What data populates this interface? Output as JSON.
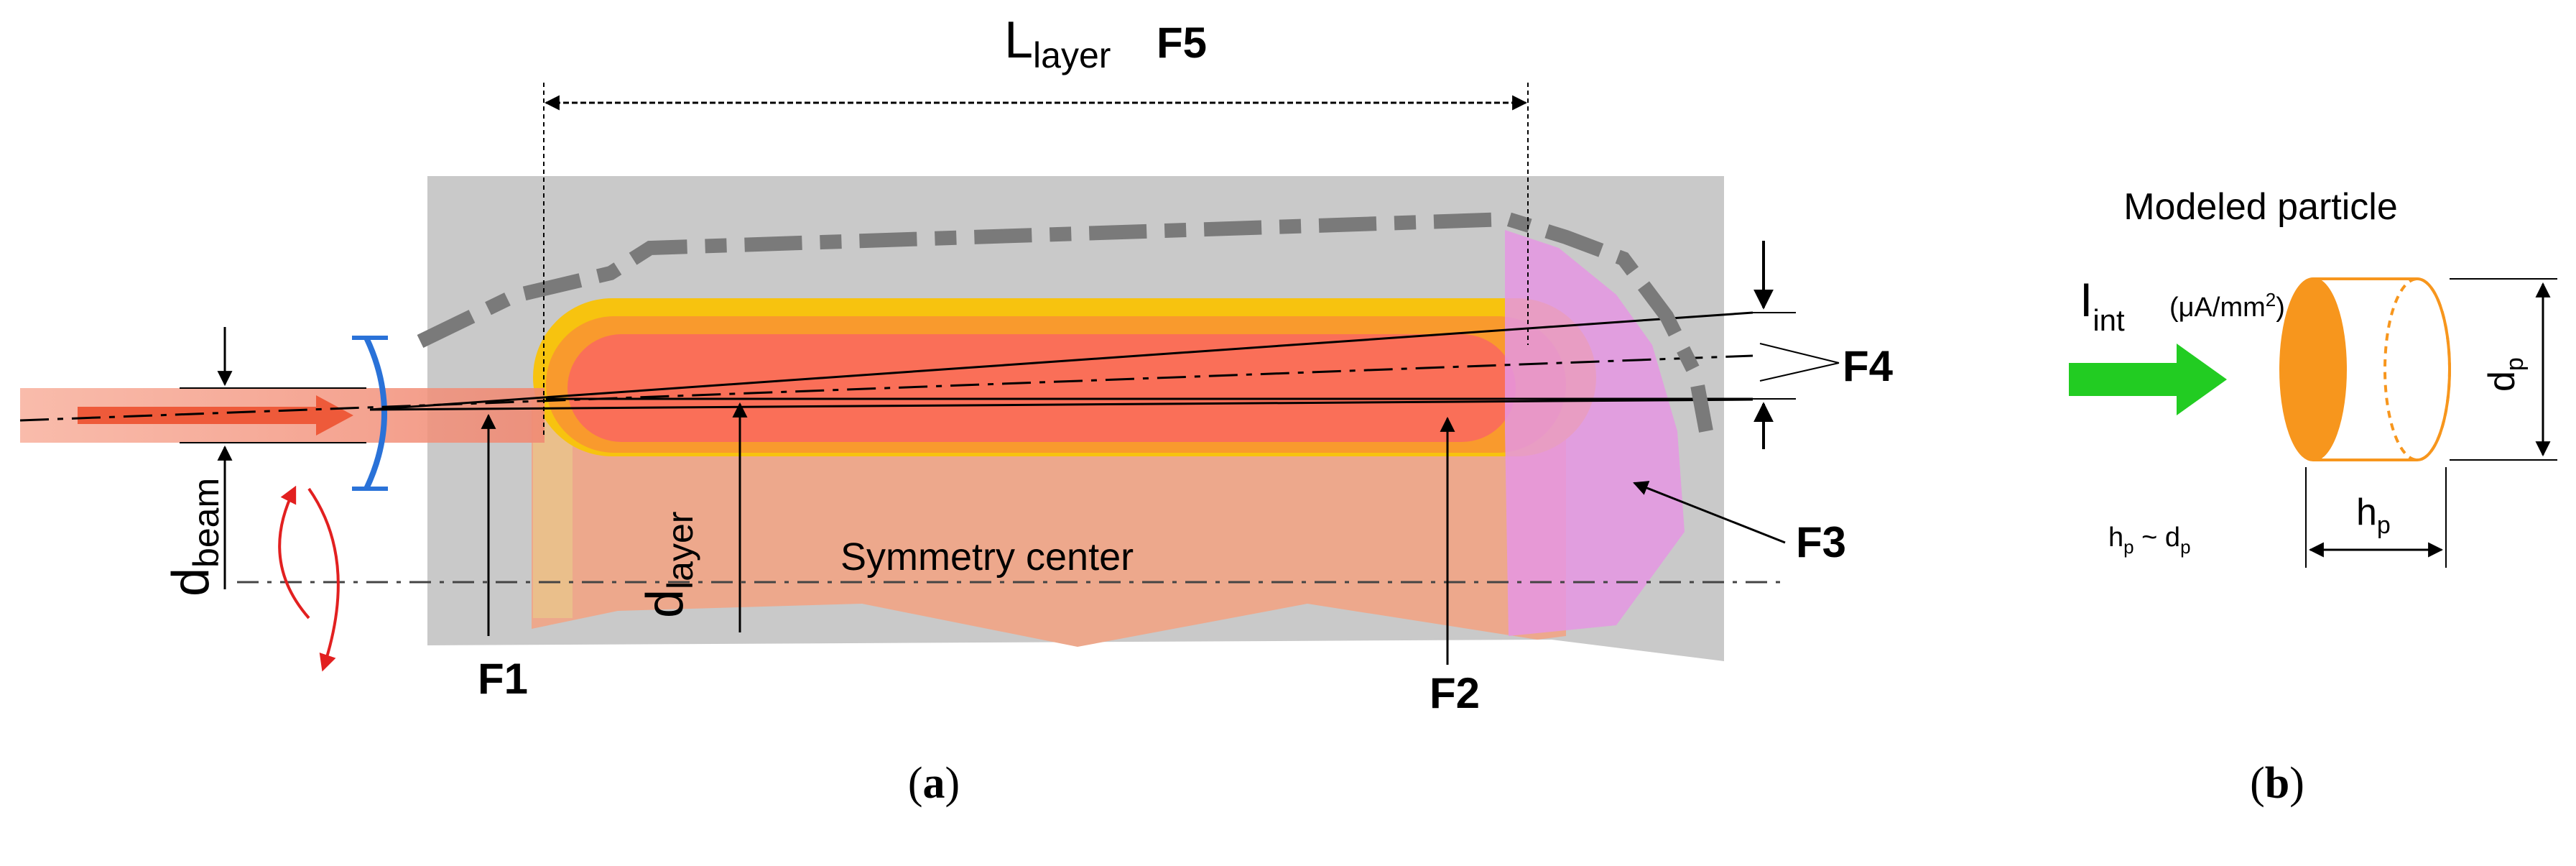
{
  "panel_a": {
    "caption_letter": "a",
    "L_layer": {
      "main": "L",
      "sub": "layer"
    },
    "label_F5": "F5",
    "label_F4": "F4",
    "label_F3": "F3",
    "label_F2": "F2",
    "label_F1": "F1",
    "d_beam": {
      "main": "d",
      "sub": "beam"
    },
    "d_layer": {
      "main": "d",
      "sub": "layer"
    },
    "symmetry_label": "Symmetry center"
  },
  "panel_b": {
    "caption_letter": "b",
    "title": "Modeled particle",
    "I_int": {
      "main": "I",
      "sub": "int"
    },
    "units": "(μA/mm",
    "units_sup": "2",
    "units_close": ")",
    "relation": {
      "h": "h",
      "h_sub": "p",
      "tilde": " ~ d",
      "d_sub": "p"
    },
    "d_p": {
      "main": "d",
      "sub": "p"
    },
    "h_p": {
      "main": "h",
      "sub": "p"
    }
  },
  "colors": {
    "background_block": "#c9c9c9",
    "deposit": "#eda88c",
    "layer_outer": "#f7c30f",
    "layer_middle": "#f99a2d",
    "layer_inner": "#fa6a5d",
    "zone_F3": "#e597e3",
    "beam": "#f4846a",
    "arrow_green": "#22cc22",
    "particle_orange": "#f7961d",
    "lens_blue": "#2a72d8",
    "rotation_red": "#e22020"
  }
}
